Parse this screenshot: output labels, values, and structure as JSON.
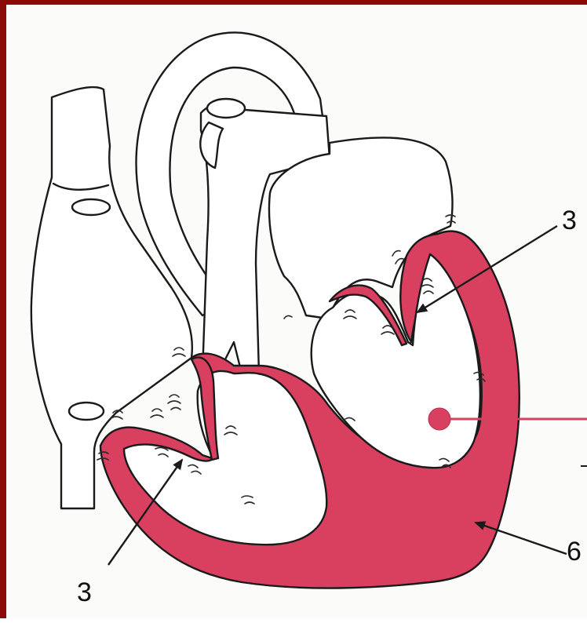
{
  "labels": {
    "right_valve": "3",
    "left_valve": "3",
    "septum": "6"
  },
  "colors": {
    "frame": "#8b0a0a",
    "muscle": "#d9405f",
    "outline": "#1a1a1a",
    "background": "#fbfbfa"
  }
}
